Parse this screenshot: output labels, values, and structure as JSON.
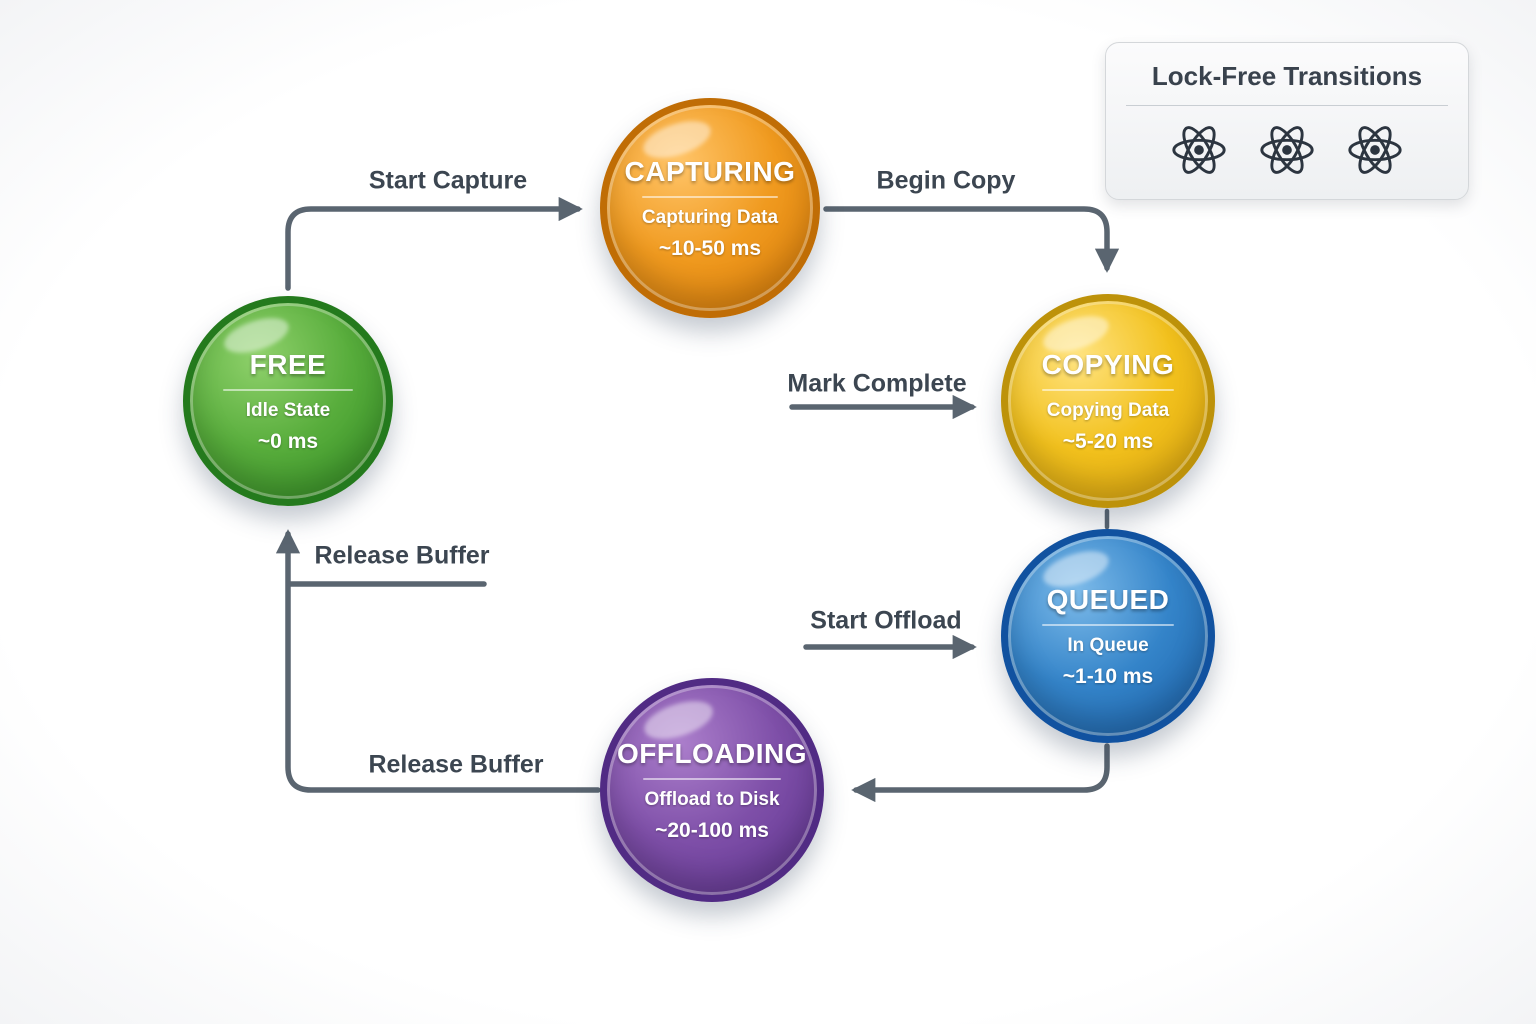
{
  "legend": {
    "title": "Lock-Free Transitions",
    "icons": [
      "atom-icon",
      "atom-icon",
      "atom-icon"
    ]
  },
  "states": {
    "free": {
      "name": "FREE",
      "subtitle": "Idle State",
      "duration": "~0 ms",
      "color": "#4ca93a",
      "border_color": "#247a1d"
    },
    "capturing": {
      "name": "CAPTURING",
      "subtitle": "Capturing Data",
      "duration": "~10-50 ms",
      "color": "#ee8d1a",
      "border_color": "#c06d05"
    },
    "copying": {
      "name": "COPYING",
      "subtitle": "Copying Data",
      "duration": "~5-20 ms",
      "color": "#eebc1c",
      "border_color": "#bd920a"
    },
    "queued": {
      "name": "QUEUED",
      "subtitle": "In Queue",
      "duration": "~1-10 ms",
      "color": "#2f7fc4",
      "border_color": "#1152a0"
    },
    "offloading": {
      "name": "OFFLOADING",
      "subtitle": "Offload to Disk",
      "duration": "~20-100 ms",
      "color": "#7b4ba3",
      "border_color": "#512b84"
    }
  },
  "transitions": {
    "start_capture": "Start Capture",
    "begin_copy": "Begin Copy",
    "mark_complete": "Mark Complete",
    "start_offload": "Start Offload",
    "release_buffer_top": "Release Buffer",
    "release_buffer_bottom": "Release Buffer"
  },
  "arrow_color": "#5a6570",
  "label_color": "#3c4651"
}
